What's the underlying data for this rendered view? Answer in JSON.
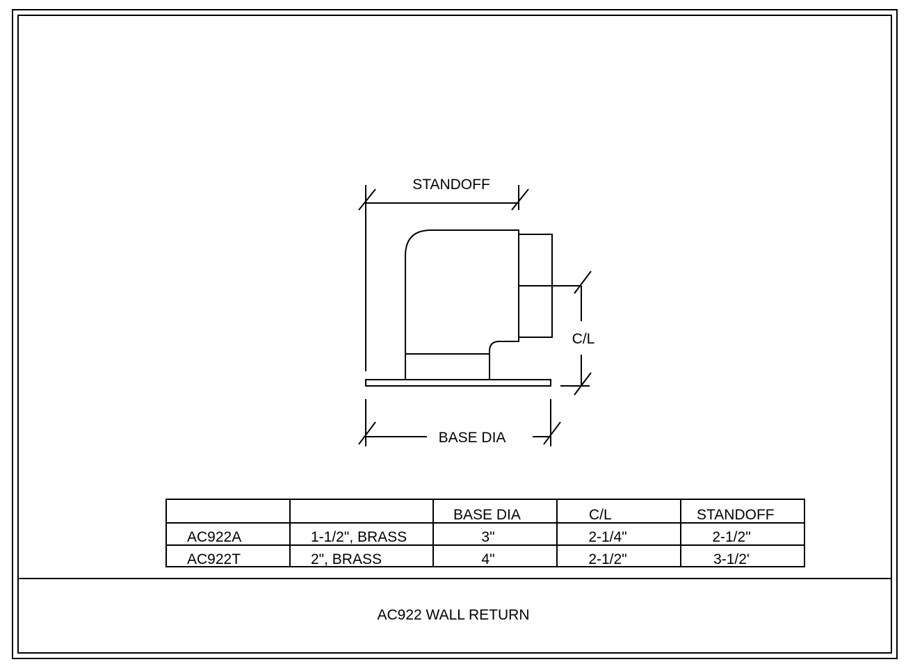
{
  "drawing": {
    "labels": {
      "standoff": "STANDOFF",
      "centerline": "C/L",
      "base_dia": "BASE DIA"
    }
  },
  "table": {
    "headers": [
      "",
      "",
      "BASE DIA",
      "C/L",
      "STANDOFF"
    ],
    "rows": [
      [
        "AC922A",
        "1-1/2\", BRASS",
        "3\"",
        "2-1/4\"",
        "2-1/2\""
      ],
      [
        "AC922T",
        "2\", BRASS",
        "4\"",
        "2-1/2\"",
        "3-1/2'"
      ]
    ]
  },
  "title_block": {
    "title": "AC922 WALL RETURN"
  }
}
